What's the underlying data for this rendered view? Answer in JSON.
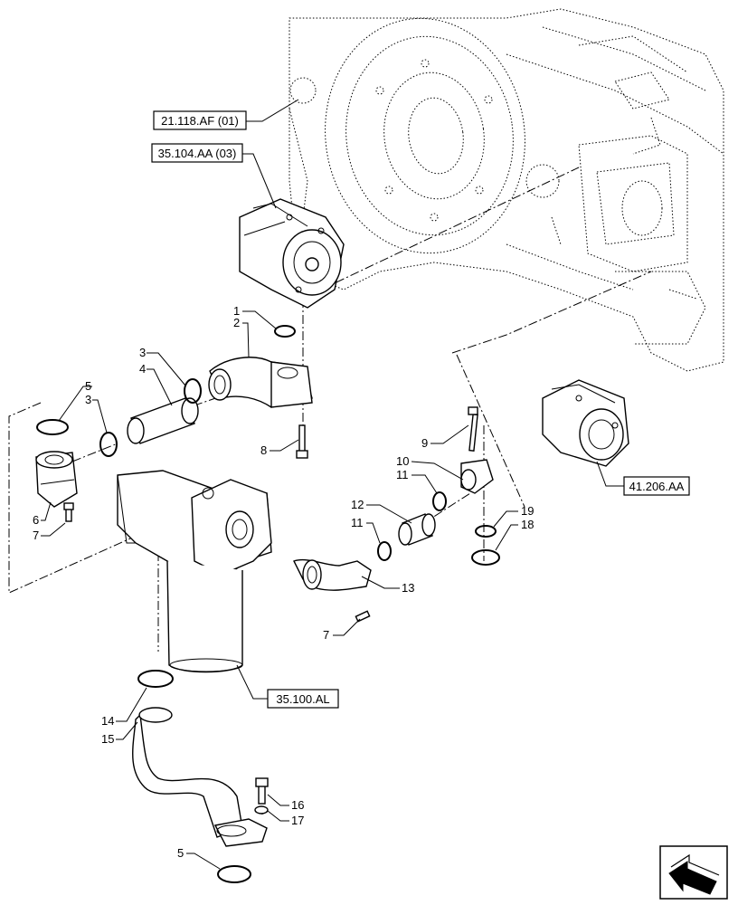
{
  "refs": {
    "r1": "21.118.AF (01)",
    "r2": "35.104.AA (03)",
    "r3": "41.206.AA",
    "r4": "35.100.AL"
  },
  "callouts": {
    "c1": "1",
    "c2": "2",
    "c3a": "3",
    "c4": "4",
    "c5a": "5",
    "c3b": "3",
    "c6": "6",
    "c7a": "7",
    "c8": "8",
    "c9": "9",
    "c10": "10",
    "c11a": "11",
    "c12": "12",
    "c11b": "11",
    "c13": "13",
    "c19": "19",
    "c18": "18",
    "c7b": "7",
    "c14": "14",
    "c15": "15",
    "c16": "16",
    "c17": "17",
    "c5b": "5"
  },
  "icons": {
    "nav": "next-page-arrow-icon"
  }
}
